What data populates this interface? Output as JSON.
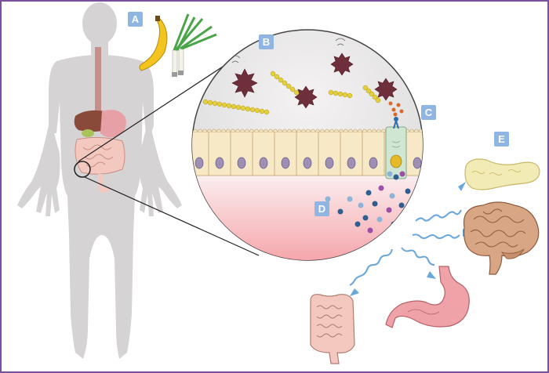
{
  "figure": {
    "panel_labels": {
      "a": "A",
      "b": "B",
      "c": "C",
      "d": "D",
      "e": "E"
    },
    "colors": {
      "frame": "#7b4fa0",
      "label_bg": "#8fb6e2",
      "body": "#d6d3d4",
      "mucosa_top": "#fbeff0",
      "mucosa_bottom": "#f5a0a6",
      "cell_fill": "#f7e9c6",
      "nucleus": "#9e8fb4",
      "enteroendocrine_cell": "#cfe6d3",
      "bacteria_rod": "#e3cf3b",
      "bacteria_spiky": "#6e2f3a",
      "signal_wave": "#6aa7dc",
      "brain": "#d9a685",
      "pancreas": "#f3ebb5",
      "stomach": "#efa3a9",
      "intestine": "#f3c9bf"
    },
    "icons": [
      "human-body-silhouette",
      "banana-icon",
      "leek-icon",
      "liver-icon",
      "stomach-icon",
      "intestine-icon",
      "pancreas-icon",
      "brain-icon"
    ]
  }
}
